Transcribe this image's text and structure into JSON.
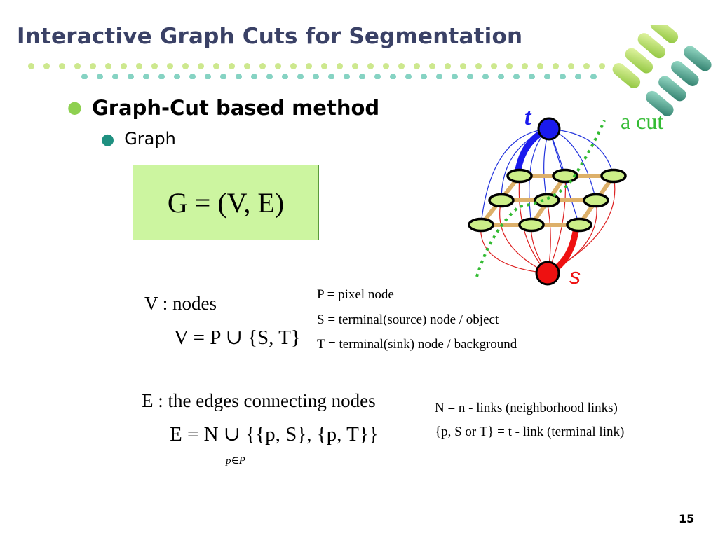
{
  "slide": {
    "title": "Interactive Graph Cuts for Segmentation",
    "bullet_1": "Graph-Cut based method",
    "bullet_2": "Graph",
    "page_number": "15"
  },
  "formula_box": {
    "formula": "G = (V, E)"
  },
  "nodes_section": {
    "heading": "V : nodes",
    "equation": "V = P ∪ {S, T}",
    "definitions": [
      "P = pixel node",
      "S = terminal(source) node / object",
      "T = terminal(sink) node / background"
    ]
  },
  "edges_section": {
    "heading": "E : the edges connecting nodes",
    "equation": "E = N ∪ {{p, S}, {p, T}}",
    "subscript": "p∈P",
    "definitions": [
      "N = n - links (neighborhood links)",
      "{p, S or T} = t - link (terminal link)"
    ]
  },
  "figure": {
    "label_t": "t",
    "label_s": "s",
    "label_cut": "a cut",
    "colors": {
      "sink": "#1a1aee",
      "source": "#ee1111",
      "cut": "#33bb33",
      "pixel_node": "#ccee88",
      "grid_edge": "#ddb06a"
    }
  },
  "decor": {
    "title_color": "#3a4166",
    "dot_color_light": "#cde88e",
    "dot_color_teal": "#86d3c3"
  }
}
